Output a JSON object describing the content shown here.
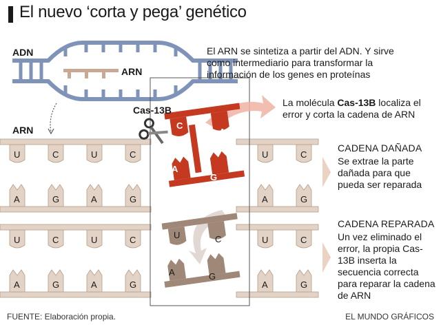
{
  "title": "El nuevo ‘corta y pega’ genético",
  "labels": {
    "adn": "ADN",
    "arn_top": "ARN",
    "arn_strand": "ARN",
    "cas13b": "Cas-13B"
  },
  "intro_text": "El ARN se sintetiza a partir del ADN. Y sirve como intermediario para transformar la información de los genes en proteínas",
  "cas_text": {
    "before": "La molécula ",
    "bold": "Cas-13B",
    "after": " localiza el error y corta la cadena de ARN"
  },
  "damaged": {
    "heading": "CADENA DAÑADA",
    "text": "Se extrae la parte dañada para que pueda ser reparada"
  },
  "repaired": {
    "heading": "CADENA REPARADA",
    "text": "Un vez eliminado el error, la propia Cas-13B inserta la secuencia correcta para reparar la cadena de ARN"
  },
  "bases": {
    "top_row": [
      "U",
      "C",
      "U",
      "C",
      "U",
      "C"
    ],
    "bottom_row": [
      "A",
      "G",
      "A",
      "G",
      "A",
      "G"
    ],
    "damaged_fragment_top": [
      "C",
      "A"
    ],
    "damaged_fragment_bottom": [
      "A",
      "G"
    ],
    "repair_fragment_top": [
      "U",
      "C"
    ],
    "repair_fragment_bottom": [
      "A",
      "G"
    ]
  },
  "colors": {
    "strand": "#e2d3c6",
    "strand_edge": "#b59d88",
    "damaged": "#c4391f",
    "repair": "#a08878",
    "adn_blue": "#7f93b8",
    "arrow": "#e8a898",
    "chevron": "#ecd2c3"
  },
  "footer": {
    "source": "FUENTE: Elaboración propia.",
    "credit": "EL MUNDO GRÁFICOS"
  }
}
